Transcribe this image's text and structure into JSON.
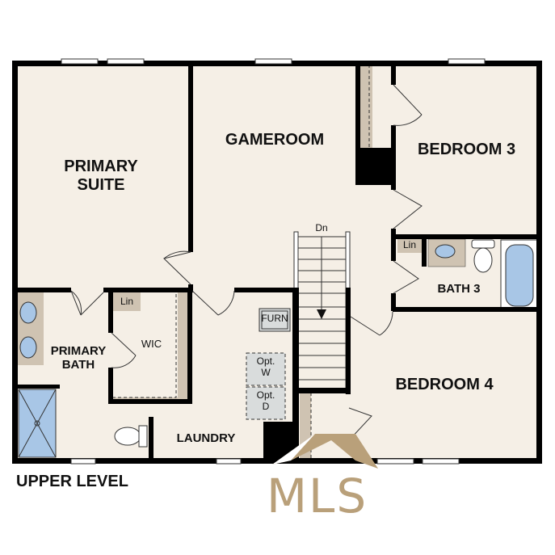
{
  "title": "UPPER LEVEL",
  "colors": {
    "floor": "#f5efe6",
    "wall": "#000000",
    "closet_shelf": "#cfc3b2",
    "fixture_blue": "#a8c6e6",
    "appliance_gray": "#d9dcdc",
    "logo_tan": "#b9a07a"
  },
  "rooms": [
    {
      "id": "primary-suite",
      "lines": [
        "PRIMARY",
        "SUITE"
      ]
    },
    {
      "id": "gameroom",
      "lines": [
        "GAMEROOM"
      ]
    },
    {
      "id": "bedroom-3",
      "lines": [
        "BEDROOM 3"
      ]
    },
    {
      "id": "bath-3",
      "lines": [
        "BATH 3"
      ]
    },
    {
      "id": "primary-bath",
      "lines": [
        "PRIMARY",
        "BATH"
      ]
    },
    {
      "id": "wic",
      "lines": [
        "WIC"
      ]
    },
    {
      "id": "laundry",
      "lines": [
        "LAUNDRY"
      ]
    },
    {
      "id": "bedroom-4",
      "lines": [
        "BEDROOM 4"
      ]
    }
  ],
  "fixtures": {
    "stairs_label": "Dn",
    "furnace": "FURN",
    "linen_1": "Lin",
    "linen_2": "Lin",
    "opt_washer": [
      "Opt.",
      "W"
    ],
    "opt_dryer": [
      "Opt.",
      "D"
    ]
  },
  "watermark": {
    "text": "MLS"
  }
}
